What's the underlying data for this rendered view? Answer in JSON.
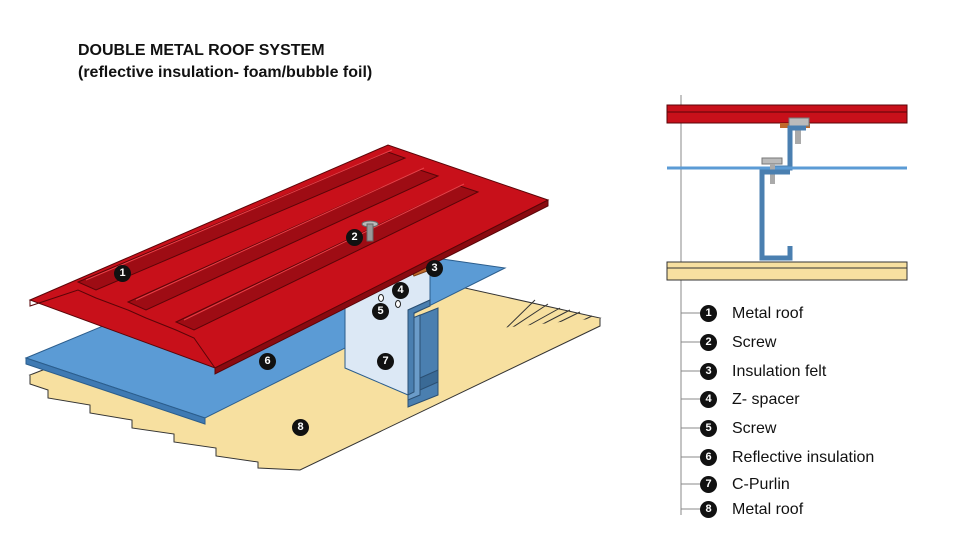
{
  "title": {
    "line1": "DOUBLE METAL ROOF SYSTEM",
    "line2": "(reflective insulation- foam/bubble foil)"
  },
  "callouts": [
    "1",
    "2",
    "3",
    "4",
    "5",
    "6",
    "7",
    "8"
  ],
  "legend": [
    {
      "num": "1",
      "label": "Metal roof"
    },
    {
      "num": "2",
      "label": "Screw"
    },
    {
      "num": "3",
      "label": "Insulation felt"
    },
    {
      "num": "4",
      "label": "Z- spacer"
    },
    {
      "num": "5",
      "label": "Screw"
    },
    {
      "num": "6",
      "label": "Reflective insulation"
    },
    {
      "num": "7",
      "label": "C-Purlin"
    },
    {
      "num": "8",
      "label": "Metal roof"
    }
  ],
  "colors": {
    "metal_roof_red": "#c8101a",
    "metal_roof_dark": "#8a0a10",
    "insulation_blue": "#5b9bd5",
    "purlin_blue": "#4a7fb0",
    "liner_yellow": "#f7e0a0",
    "felt_orange": "#c06a2a",
    "spacer_light": "#dce8f5"
  }
}
